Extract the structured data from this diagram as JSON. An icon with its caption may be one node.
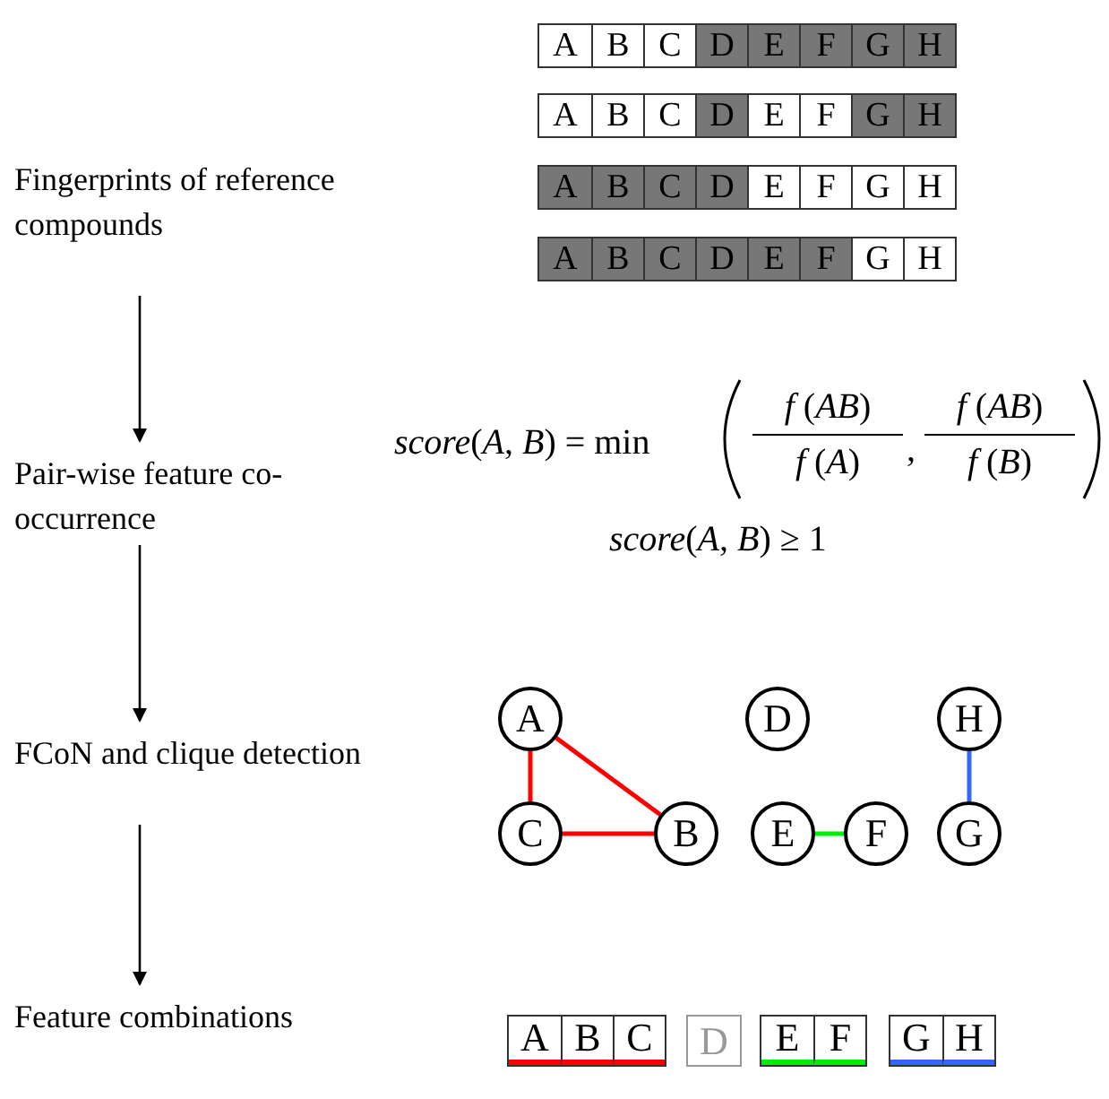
{
  "diagram": {
    "nodes": [
      {
        "text": [
          "Fingerprints of reference compounds"
        ]
      },
      {
        "text": [
          "Pair-wise feature co-occurrence"
        ]
      },
      {
        "text": [
          "FCoN and clique detection"
        ]
      },
      {
        "text": [
          "Feature combinations"
        ]
      },
      {
        "text": [
          "A"
        ]
      },
      {
        "text": [
          "B"
        ]
      },
      {
        "text": [
          "C"
        ]
      },
      {
        "text": [
          "D"
        ]
      },
      {
        "text": [
          "E"
        ]
      },
      {
        "text": [
          "F"
        ]
      },
      {
        "text": [
          "G"
        ]
      },
      {
        "text": [
          "H"
        ]
      }
    ],
    "edges": [
      {
        "from": 0,
        "to": 1,
        "arrow": "to"
      },
      {
        "from": 1,
        "to": 2,
        "arrow": "to"
      },
      {
        "from": 2,
        "to": 3,
        "arrow": "to"
      },
      {
        "from": 4,
        "to": 6,
        "arrow": "none",
        "color": "#ff0000"
      },
      {
        "from": 4,
        "to": 5,
        "arrow": "none",
        "color": "#ff0000"
      },
      {
        "from": 6,
        "to": 5,
        "arrow": "none",
        "color": "#ff0000"
      },
      {
        "from": 8,
        "to": 9,
        "arrow": "none",
        "color": "#00ee00"
      },
      {
        "from": 11,
        "to": 10,
        "arrow": "none",
        "color": "#3366ff"
      }
    ],
    "labels": [
      "A",
      "B",
      "C",
      "D",
      "E",
      "F",
      "G",
      "H",
      "A",
      "B",
      "C",
      "D",
      "E",
      "F",
      "G",
      "H",
      "A",
      "B",
      "C",
      "D",
      "E",
      "F",
      "G",
      "H",
      "A",
      "B",
      "C",
      "D",
      "E",
      "F",
      "G",
      "H",
      "*score*(*A*, *B*) = min",
      "*f* (*AB*)",
      "*f* (*A*)",
      ",",
      "*f* (*AB*)",
      "*f* (*B*)",
      "*score*(*A*, *B*) ≥ 1",
      "A",
      "B",
      "C",
      "D",
      "E",
      "F",
      "G",
      "H"
    ]
  }
}
